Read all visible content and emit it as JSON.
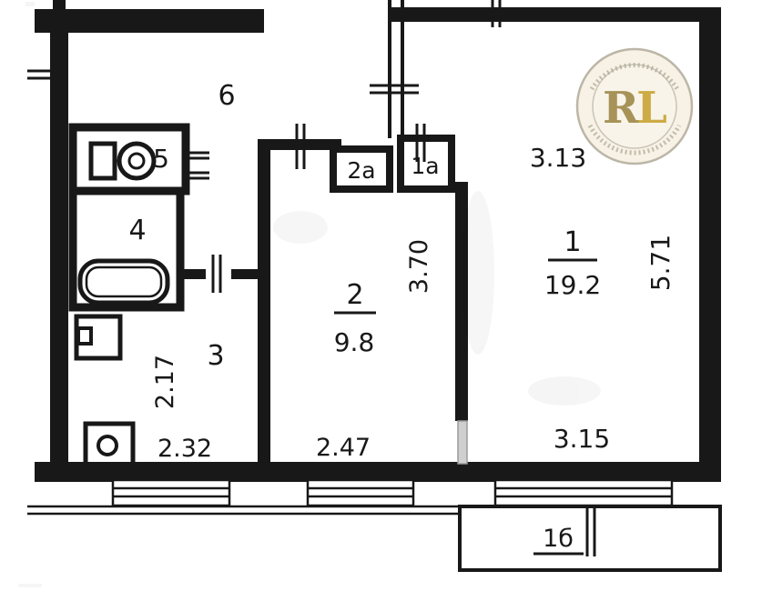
{
  "plan": {
    "type": "apartment-floor-plan",
    "rooms": {
      "hall": {
        "number": "6"
      },
      "wc": {
        "number": "5"
      },
      "bathroom": {
        "number": "4"
      },
      "corridor": {
        "number": "3",
        "dim_vertical": "2.17",
        "dim_horizontal": "2.32"
      },
      "room2": {
        "number": "2",
        "area": "9.8",
        "dim_vertical": "3.70",
        "dim_horizontal": "2.47"
      },
      "closet_2a": {
        "number": "2а"
      },
      "closet_1a": {
        "number": "1а"
      },
      "room1": {
        "number": "1",
        "area": "19.2",
        "dim_top": "3.13",
        "dim_vertical": "5.71",
        "dim_bottom": "3.15"
      },
      "balcony": {
        "number": "1б"
      }
    },
    "colors": {
      "line": "#181818",
      "background": "#ffffff"
    }
  },
  "watermark": {
    "letter_r": "R",
    "letter_l": "L",
    "gold": "#c7a02c",
    "gold_dark": "#9c8340",
    "ring_color": "#b3ac9c",
    "fill": "#f6f1e2"
  }
}
